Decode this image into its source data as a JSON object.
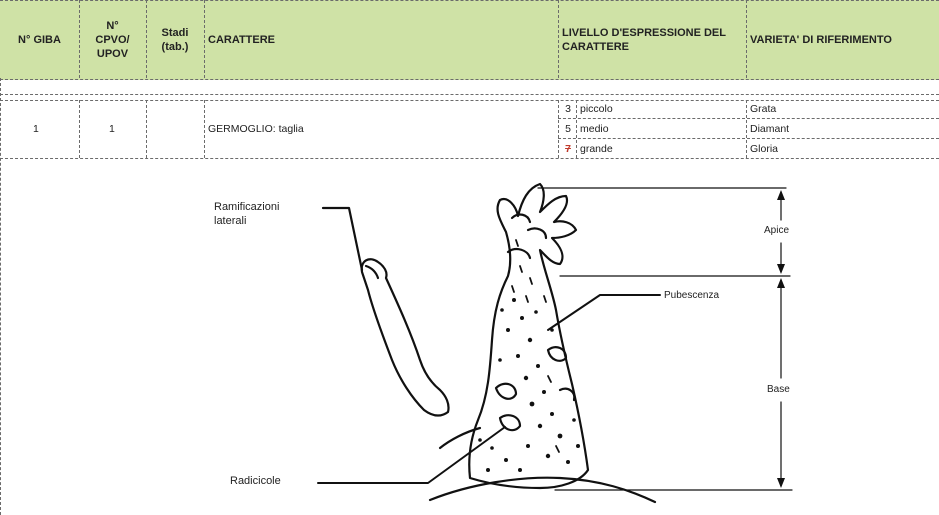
{
  "headers": {
    "giba": "N° GIBA",
    "cpvo": [
      "N°",
      "CPVO/",
      "UPOV"
    ],
    "stadi": [
      "Stadi",
      "(tab.)"
    ],
    "carattere": "CARATTERE",
    "livello": [
      "LIVELLO D'ESPRESSIONE DEL",
      "CARATTERE"
    ],
    "varieta": "VARIETA' DI RIFERIMENTO"
  },
  "row": {
    "giba": "1",
    "cpvo": "1",
    "stadi": "",
    "carattere": "GERMOGLIO: taglia",
    "levels": [
      {
        "num": "3",
        "label": "piccolo",
        "variety": "Grata",
        "marked": false
      },
      {
        "num": "5",
        "label": "medio",
        "variety": "Diamant",
        "marked": false
      },
      {
        "num": "7",
        "label": "grande",
        "variety": "Gloria",
        "marked": true
      }
    ]
  },
  "figure": {
    "ramificazioni": [
      "Ramificazioni",
      "laterali"
    ],
    "radicicole": "Radicicole",
    "pubescenza": "Pubescenza",
    "apice": "Apice",
    "base": "Base"
  },
  "colors": {
    "header_bg": "#cfe2a6",
    "mark": "#c0392b"
  }
}
